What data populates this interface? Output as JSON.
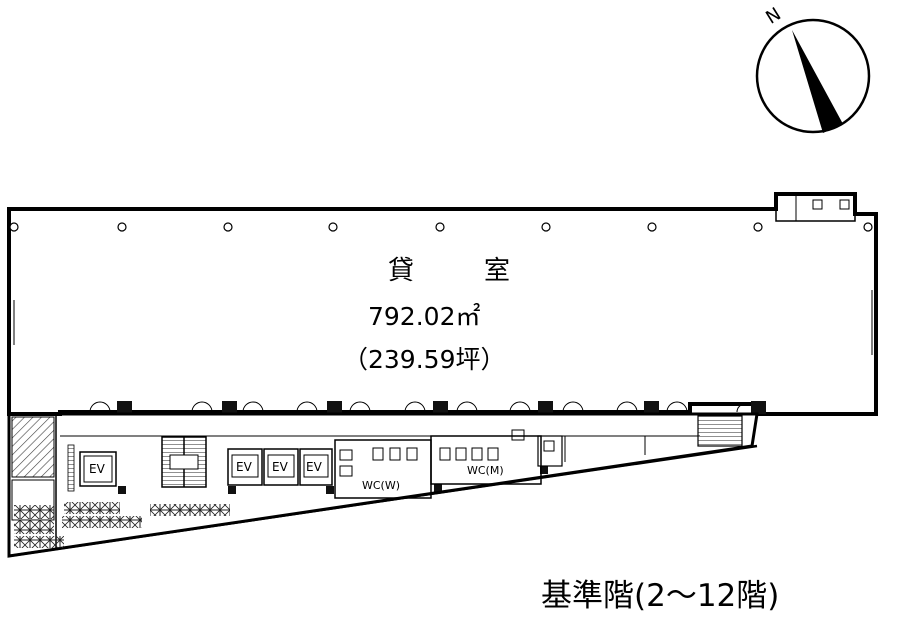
{
  "compass": {
    "north_label": "N",
    "icon": "north-arrow-icon"
  },
  "rental_room": {
    "name": "貸　室",
    "area_sqm": "792.02㎡",
    "area_tsubo": "（239.59坪）"
  },
  "elevators": {
    "label": "EV"
  },
  "restrooms": {
    "women": "WC(W)",
    "men": "WC(M)"
  },
  "floor_title": "基準階(2～12階)",
  "colors": {
    "line": "#000000",
    "fill_dark": "#111111",
    "hatch": "#555555"
  }
}
